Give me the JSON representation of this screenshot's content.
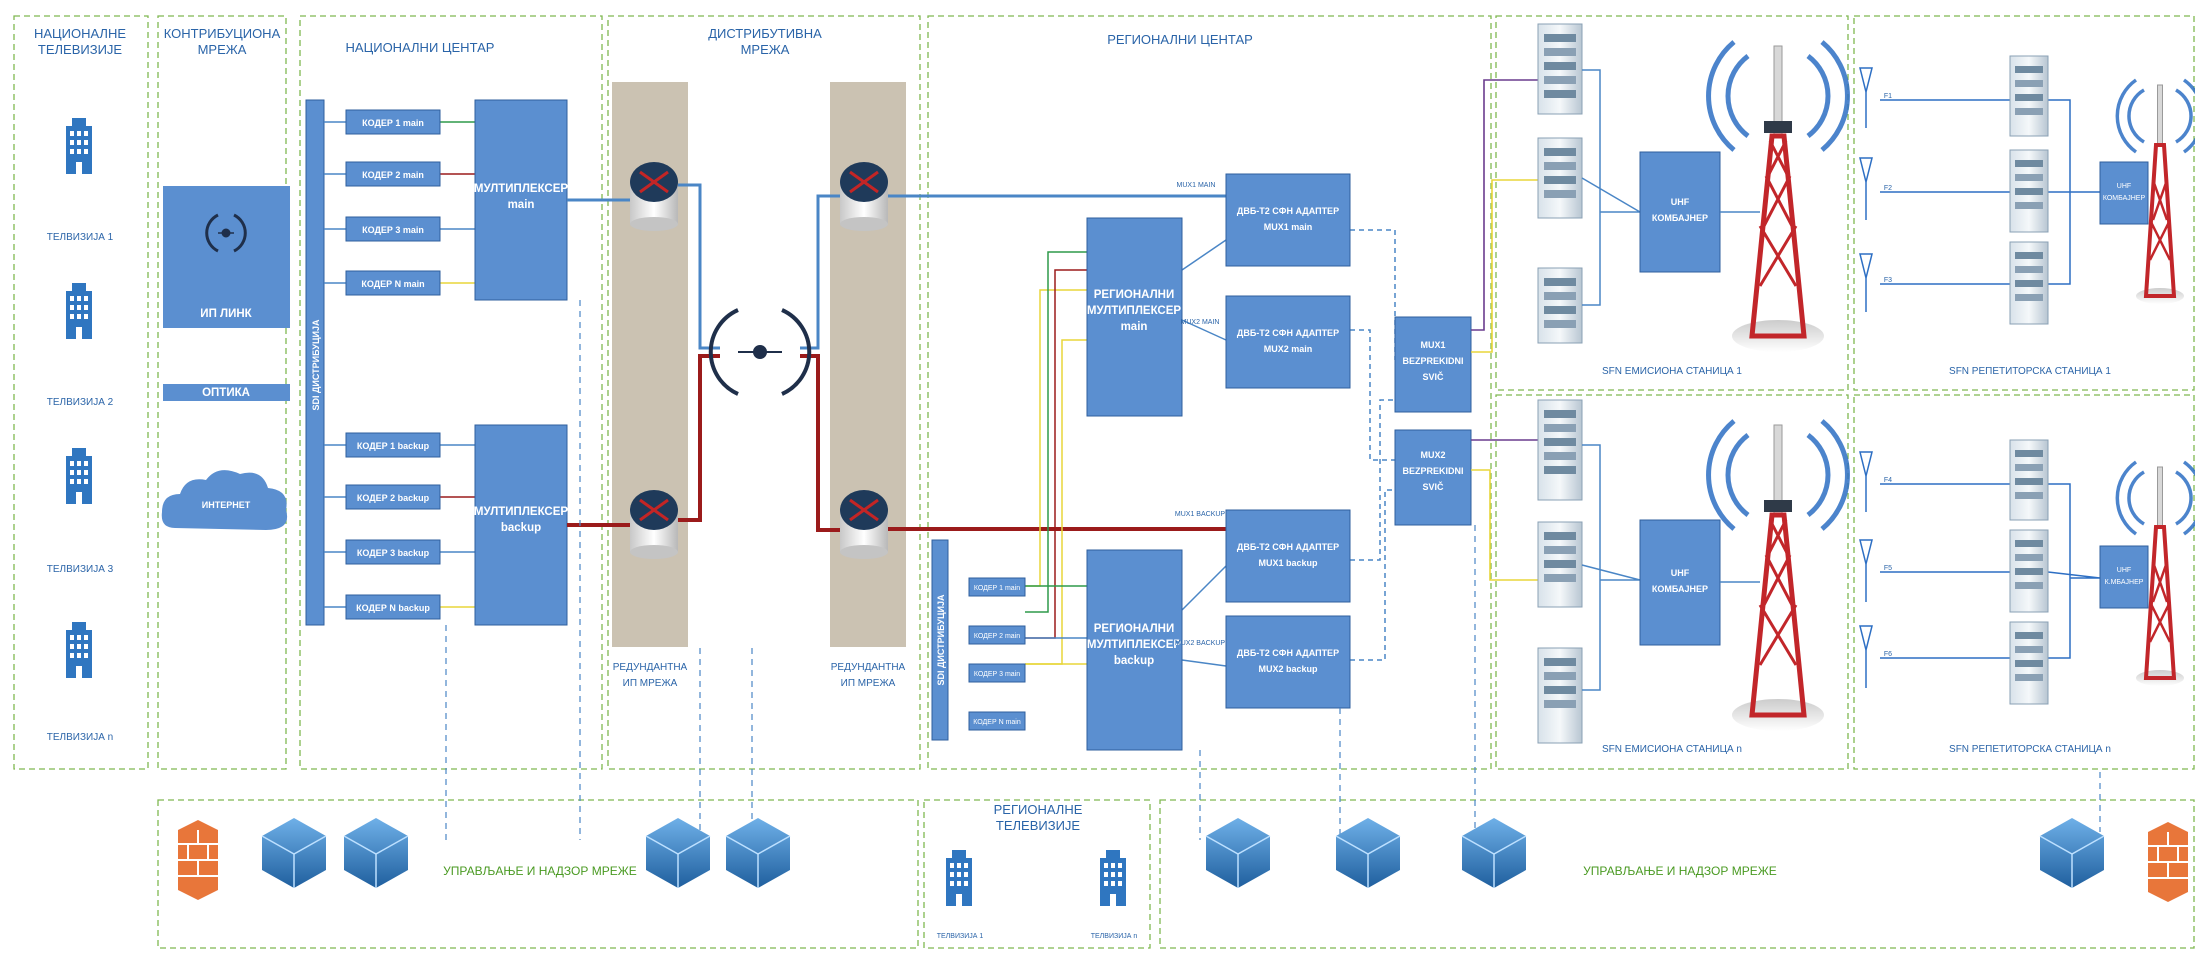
{
  "sections": {
    "national_tv": "НАЦИОНАЛНЕ ТЕЛЕВИЗИЈЕ",
    "contrib_net": "КОНТРИБУЦИОНА МРЕЖА",
    "national_center": "НАЦИОНАЛНИ ЦЕНТАР",
    "distrib_net": "ДИСТРИБУТИВНА МРЕЖА",
    "regional_center": "РЕГИОНАЛНИ ЦЕНТАР",
    "regional_tv": "РЕГИОНАЛНЕ ТЕЛЕВИЗИЈЕ"
  },
  "national_tvs": [
    "ТЕЛВИЗИЈА 1",
    "ТЕЛВИЗИЈА 2",
    "ТЕЛВИЗИЈА 3",
    "ТЕЛВИЗИЈА n"
  ],
  "contrib": {
    "ip_link": "ИП ЛИНК",
    "optics": "ОПТИКА",
    "internet": "ИНТЕРНЕТ"
  },
  "national": {
    "sdi": "SDI ДИСТРИБУЦИЈА",
    "main_coders": [
      "КОДЕР 1 main",
      "КОДЕР 2 main",
      "КОДЕР 3 main",
      "КОДЕР N main"
    ],
    "backup_coders": [
      "КОДЕР 1 backup",
      "КОДЕР 2 backup",
      "КОДЕР 3 backup",
      "КОДЕР N backup"
    ],
    "mux_main": [
      "МУЛТИПЛЕКСЕР",
      "main"
    ],
    "mux_backup": [
      "МУЛТИПЛЕКСЕР",
      "backup"
    ]
  },
  "distrib": {
    "redundant_left": [
      "РЕДУНДАНТНА",
      "ИП МРЕЖА"
    ],
    "redundant_right": [
      "РЕДУНДАНТНА",
      "ИП МРЕЖА"
    ]
  },
  "regional": {
    "sdi": "SDI ДИСТРИБУЦИЈА",
    "coders": [
      "КОДЕР 1 main",
      "КОДЕР 2 main",
      "КОДЕР 3 main",
      "КОДЕР N main"
    ],
    "mux_main": [
      "РЕГИОНАЛНИ",
      "МУЛТИПЛЕКСЕР",
      "main"
    ],
    "mux_backup": [
      "РЕГИОНАЛНИ",
      "МУЛТИПЛЕКСЕР",
      "backup"
    ],
    "adapters": [
      {
        "l1": "ДВБ-Т2 СФН АДАПТЕР",
        "l2": "MUX1 main",
        "tag": "MUX1 MAIN"
      },
      {
        "l1": "ДВБ-Т2 СФН АДАПТЕР",
        "l2": "MUX2 main",
        "tag": "MUX2 MAIN"
      },
      {
        "l1": "ДВБ-Т2 СФН АДАПТЕР",
        "l2": "MUX1 backup",
        "tag": "MUX1 BACKUP"
      },
      {
        "l1": "ДВБ-Т2 СФН АДАПТЕР",
        "l2": "MUX2 backup",
        "tag": "MUX2 BACKUP"
      }
    ],
    "switch1": [
      "MUX1",
      "BEZPREKIDNI",
      "SVIČ"
    ],
    "switch2": [
      "MUX2",
      "BEZPREKIDNI",
      "SVIČ"
    ]
  },
  "stations": {
    "combiner": [
      "UHF",
      "КОМБАЈНЕР"
    ],
    "combiner_small_1": [
      "UHF",
      "КОМБАЈНЕР"
    ],
    "combiner_small_n": [
      "UHF",
      "К.МБАЈНЕР"
    ],
    "emission_1": "SFN ЕМИСИОНА СТАНИЦА 1",
    "emission_n": "SFN ЕМИСИОНА СТАНИЦА n",
    "repeater_1": "SFN РЕПЕТИТОРСКА СТАНИЦА 1",
    "repeater_n": "SFN РЕПЕТИТОРСКА СТАНИЦА n",
    "f_labels_1": [
      "F1",
      "F2",
      "F3"
    ],
    "f_labels_n": [
      "F4",
      "F5",
      "F6"
    ]
  },
  "bottom": {
    "mgmt_left": "УПРАВЉАЊЕ И НАДЗОР МРЕЖЕ",
    "mgmt_right": "УПРАВЉАЊЕ И НАДЗОР МРЕЖЕ",
    "regional_tv_1": "ТЕЛВИЗИЈА 1",
    "regional_tv_n": "ТЕЛВИЗИЈА n"
  },
  "colors": {
    "box_blue": "#5b8fd0",
    "box_dark": "#3d74bf",
    "section_border": "#7fb850",
    "ip_blue_line": "#4a86c6",
    "backup_red": "#9b1b1b",
    "grey_band": "#cbc2b2",
    "green_line": "#2e9a4a",
    "yellow_line": "#e8d63a",
    "purple_line": "#6a3c8e"
  }
}
